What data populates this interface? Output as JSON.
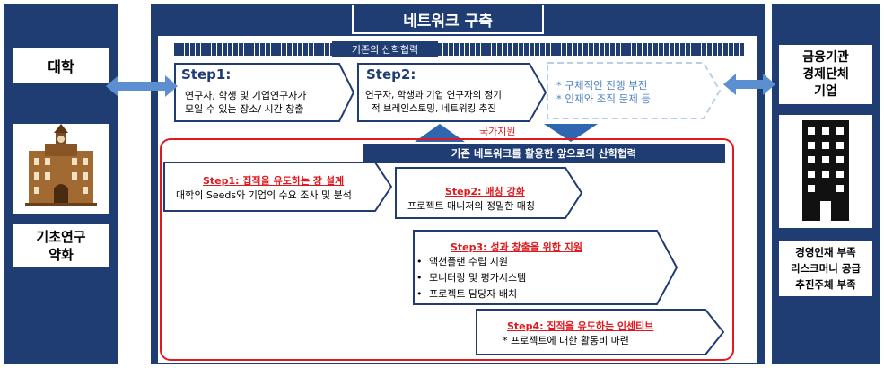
{
  "title": "네트워크 구축",
  "left": {
    "label": "대학",
    "bottom_label_line1": "기초연구",
    "bottom_label_line2": "약화"
  },
  "right": {
    "label_line1": "금융기관",
    "label_line2": "경제단체",
    "label_line3": "기업",
    "bottom_line1": "경영인재 부족",
    "bottom_line2": "리스크머니 공급",
    "bottom_line3": "추진주체 부족"
  },
  "existing": {
    "header": "기존의 산학협력",
    "step1_title": "Step1:",
    "step1_line1": "연구자, 학생 및 기업연구자가",
    "step1_line2": "모일 수 있는 장소/ 시간 창출",
    "step2_title": "Step2:",
    "step2_line1": "연구자, 학생과 기업 연구자의 정기",
    "step2_line2": "적 브레인스토밍, 네트워킹 추진",
    "issue1": "* 구체적인 진행 부진",
    "issue2": "* 인재와 조직 문제 등"
  },
  "support_label": "국가지원",
  "future": {
    "header": "기존 네트워크를 활용한 앞으로의 산학협력",
    "step1_title": "Step1: 집적을 유도하는 장 설계",
    "step1_body": "대학의 Seeds와 기업의 수요 조사 및 분석",
    "step2_title": "Step2: 매칭 강화",
    "step2_body": "프로젝트 매니저의 정밀한 매칭",
    "step3_title": "Step3: 성과 창출을 위한 지원",
    "step3_items": [
      "액션플랜 수립 지원",
      "모니터링 및 평가시스템",
      "프로젝트 담당자 배치"
    ],
    "step4_title": "Step4: 집적을 유도하는 인센티브",
    "step4_body": "* 프로젝트에 대한 활동비 마련"
  },
  "colors": {
    "navy": "#1f3c73",
    "red": "#e0191e",
    "arrow_blue": "#4a7fc1",
    "dashed": "#b9cfe6"
  }
}
